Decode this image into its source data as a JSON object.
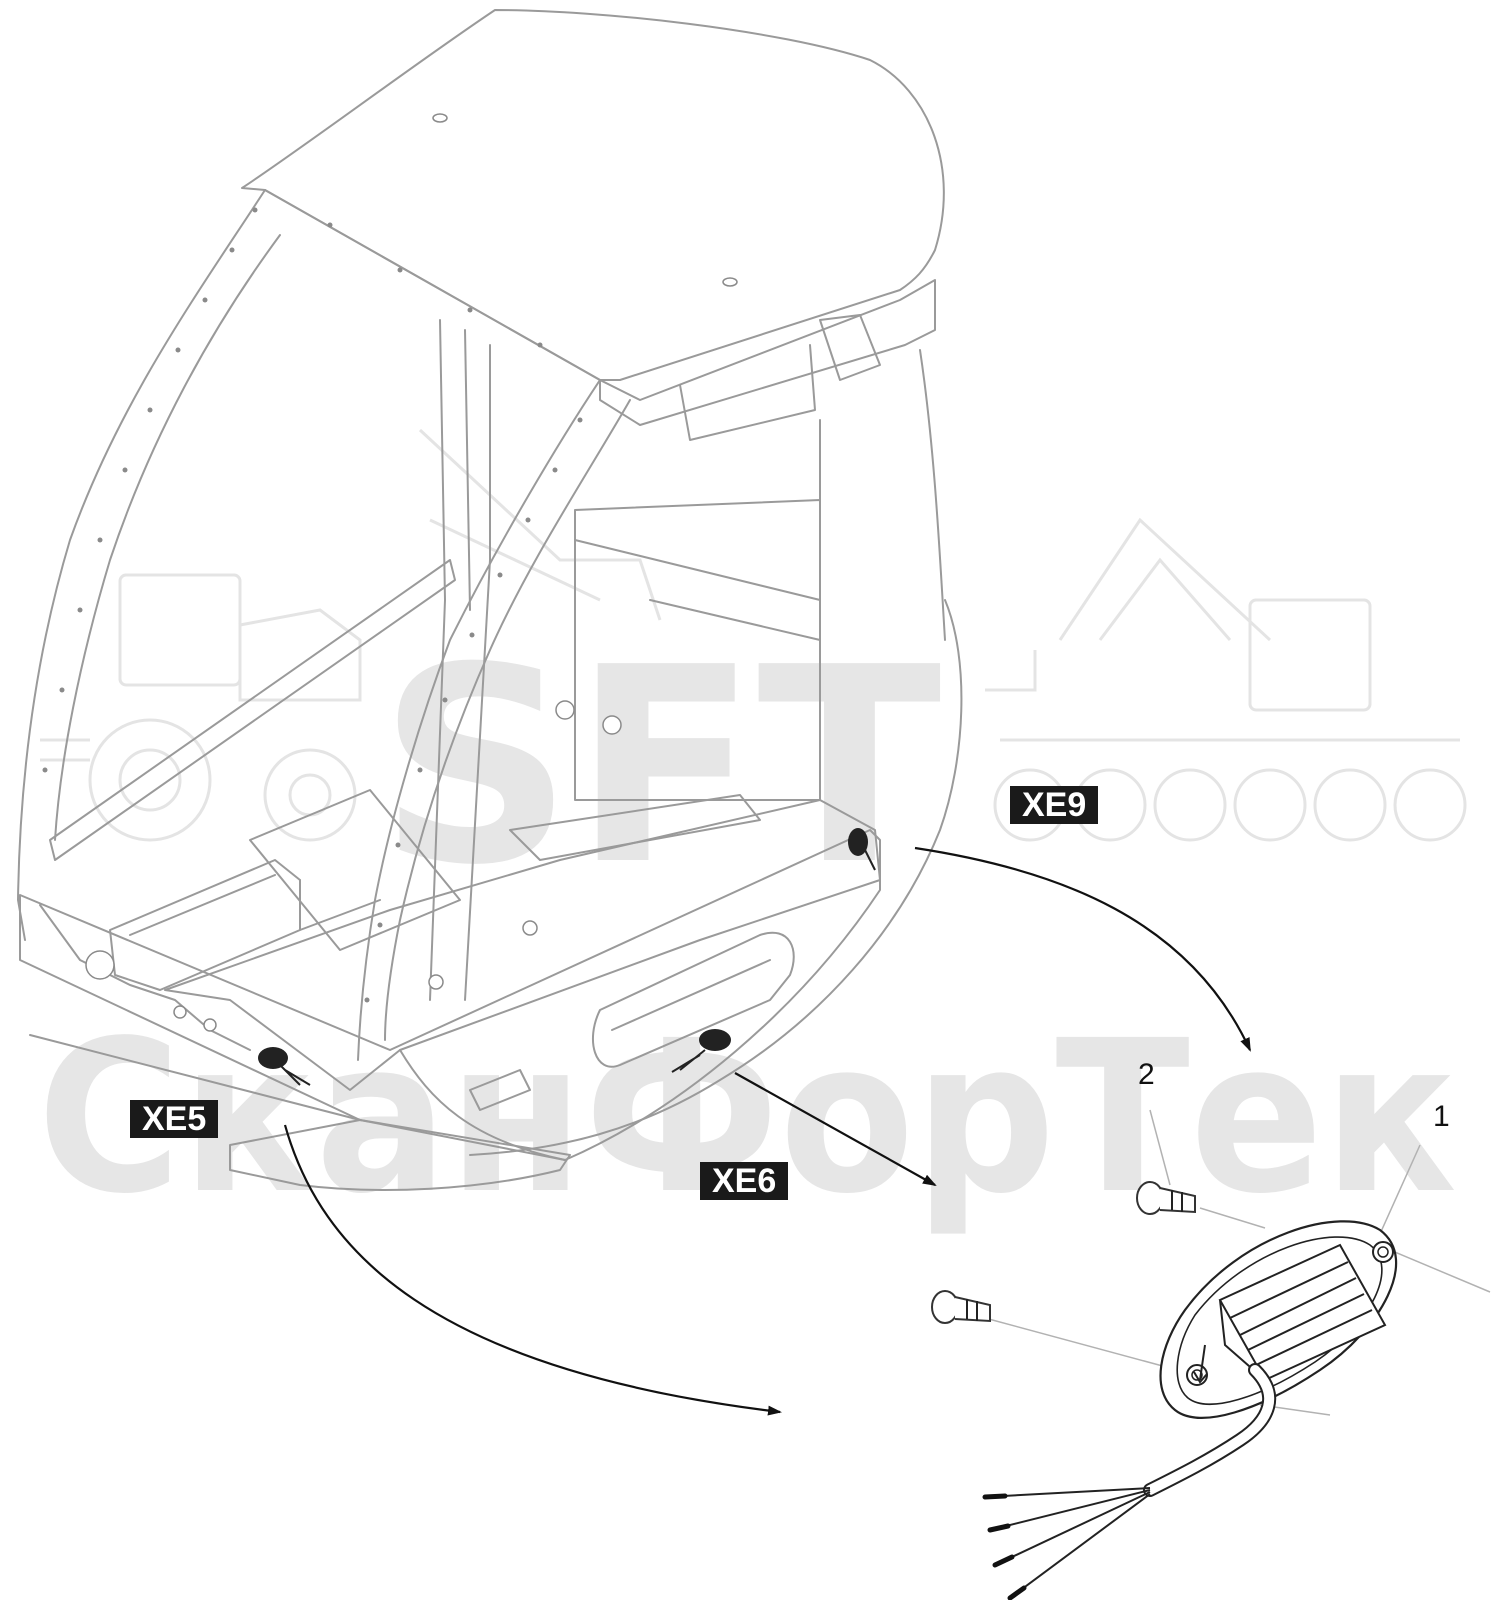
{
  "watermark": {
    "brand": "SFT",
    "company": "СканФорТек"
  },
  "labels": {
    "xe5": "XE5",
    "xe6": "XE6",
    "xe9": "XE9"
  },
  "callouts": {
    "item1": "1",
    "item2": "2"
  },
  "icons": {
    "tractor_watermark": "tractor-outline-icon",
    "excavator_watermark": "excavator-outline-icon"
  },
  "colors": {
    "line_art": "#9a9a9a",
    "detail_ink": "#222222",
    "tag_background": "#1a1a1a",
    "watermark": "#e6e6e6"
  }
}
